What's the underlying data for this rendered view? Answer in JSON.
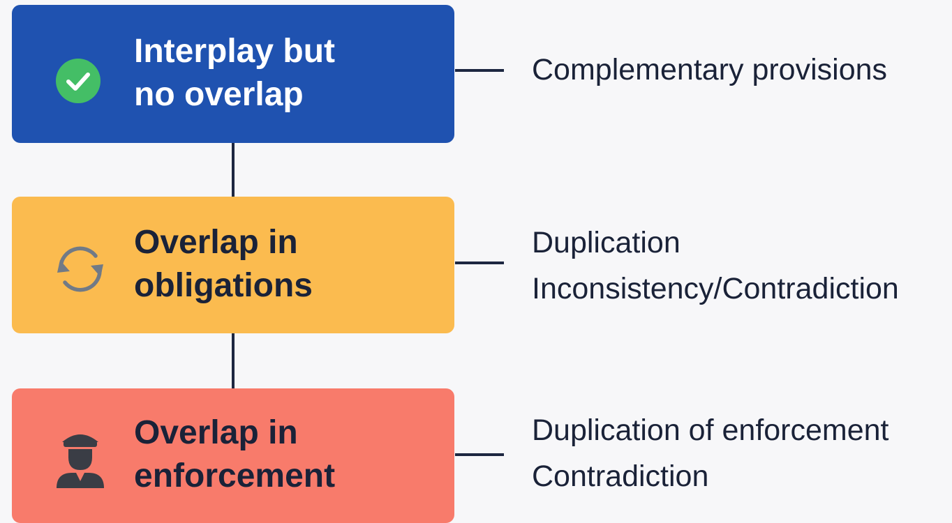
{
  "colors": {
    "box1": "#1f52b0",
    "box2": "#fbbb4f",
    "box3": "#f87b6b",
    "connector": "#1d2741",
    "check": "#44be66"
  },
  "items": [
    {
      "title": "Interplay but\nno overlap",
      "icon": "check-circle-icon",
      "notes": [
        "Complementary provisions"
      ]
    },
    {
      "title": "Overlap in\nobligations",
      "icon": "refresh-arrows-icon",
      "notes": [
        "Duplication",
        "Inconsistency/Contradiction"
      ]
    },
    {
      "title": "Overlap in\nenforcement",
      "icon": "police-officer-icon",
      "notes": [
        "Duplication of enforcement",
        "Contradiction"
      ]
    }
  ]
}
